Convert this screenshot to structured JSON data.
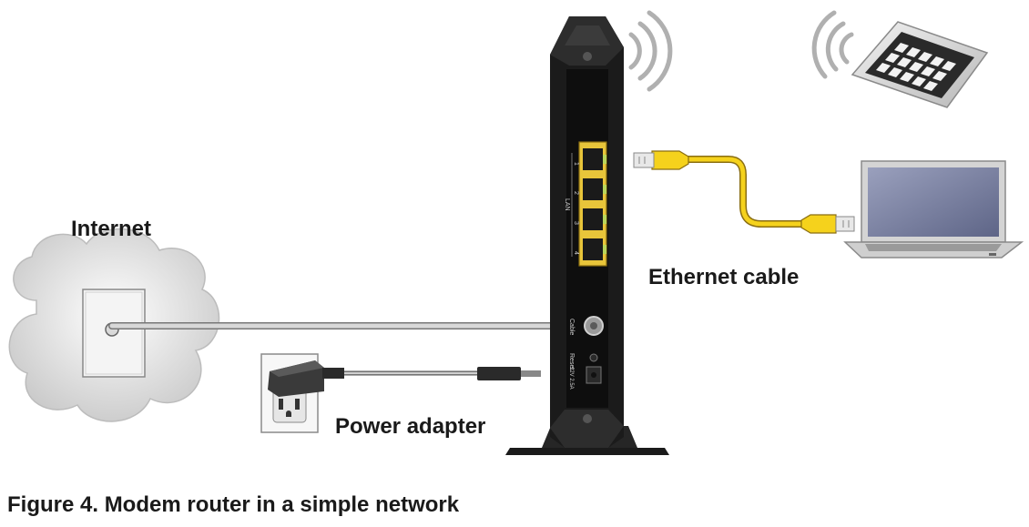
{
  "labels": {
    "internet": "Internet",
    "ethernet_cable": "Ethernet cable",
    "power_adapter": "Power adapter"
  },
  "caption": "Figure 4. Modem router in a simple network",
  "router": {
    "lan_label": "LAN",
    "lan_ports": [
      "1",
      "2",
      "3",
      "4"
    ],
    "cable_port_label": "Cable",
    "reset_label": "Reset",
    "power_label": "12V 2.5A"
  },
  "colors": {
    "cable_yellow": "#f5d21c",
    "router_body": "#1b1b1b",
    "cloud": "#dcdcdc",
    "coax": "#bfbfbf",
    "screen": "#7f86a6"
  }
}
